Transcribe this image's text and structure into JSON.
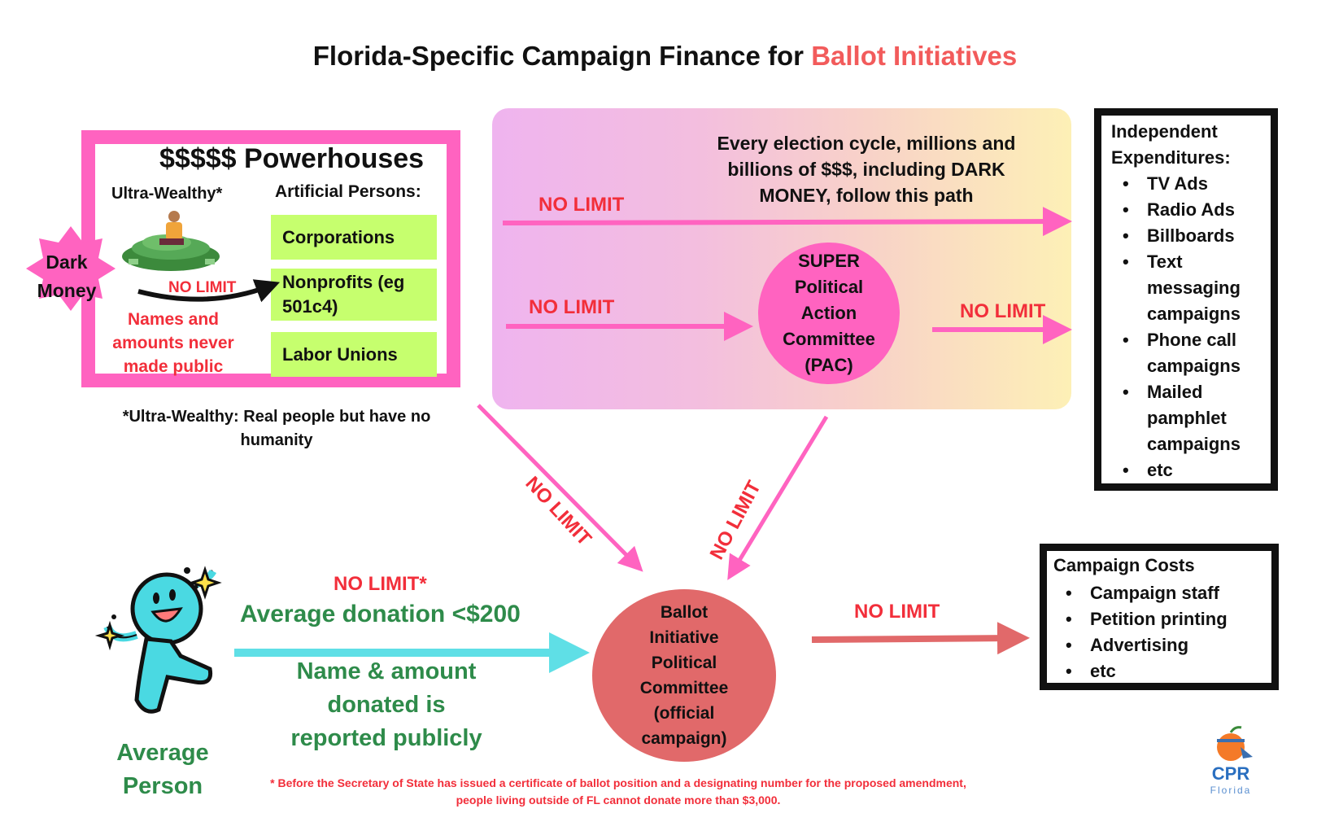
{
  "title": {
    "main": "Florida-Specific Campaign Finance for ",
    "accent": "Ballot Initiatives"
  },
  "powerhouses": {
    "title": "$$$$$ Powerhouses",
    "ultra_wealthy": "Ultra-Wealthy*",
    "artificial_persons": "Artificial Persons:",
    "corporations": "Corporations",
    "nonprofits_line1": "Nonprofits (eg",
    "nonprofits_line2": "501c4)",
    "labor_unions": "Labor Unions",
    "no_limit": "NO LIMIT",
    "names_line1": "Names and",
    "names_line2": "amounts never",
    "names_line3": "made public"
  },
  "dark_money": {
    "line1": "Dark",
    "line2": "Money"
  },
  "ultra_wealthy_note": {
    "line1": "*Ultra-Wealthy: Real people but have no",
    "line2": "humanity"
  },
  "flow": {
    "cycle_line1": "Every election cycle, millions and",
    "cycle_line2": "billions of $$$, including DARK",
    "cycle_line3": "MONEY, follow this path",
    "no_limit_top": "NO LIMIT",
    "no_limit_mid": "NO LIMIT",
    "no_limit_right": "NO LIMIT",
    "no_limit_diag_left": "NO LIMIT",
    "no_limit_diag_right": "NO LIMIT",
    "no_limit_bottom": "NO LIMIT"
  },
  "super_pac": {
    "line1": "SUPER",
    "line2": "Political",
    "line3": "Action",
    "line4": "Committee",
    "line5": "(PAC)"
  },
  "independent_expenditures": {
    "title_line1": "Independent",
    "title_line2": "Expenditures:",
    "items": [
      "TV Ads",
      "Radio Ads",
      "Billboards",
      "Text messaging campaigns",
      "Phone call campaigns",
      "Mailed pamphlet campaigns",
      "etc"
    ]
  },
  "campaign_costs": {
    "title": "Campaign Costs",
    "items": [
      "Campaign staff",
      "Petition printing",
      "Advertising",
      "etc"
    ]
  },
  "ballot_committee": {
    "line1": "Ballot",
    "line2": "Initiative",
    "line3": "Political",
    "line4": "Committee",
    "line5": "(official",
    "line6": "campaign)"
  },
  "average_person": {
    "no_limit_star": "NO LIMIT*",
    "avg_donation": "Average donation <$200",
    "reported_line1": "Name & amount",
    "reported_line2": "donated is",
    "reported_line3": "reported publicly",
    "label_line1": "Average",
    "label_line2": "Person"
  },
  "footnote": {
    "line1": "* Before the Secretary of State has issued a certificate of ballot position and a designating number for the proposed amendment,",
    "line2": "people living outside of FL cannot donate more than $3,000."
  },
  "logo": {
    "text": "CPR",
    "sub": "Florida"
  },
  "colors": {
    "pink": "#ff63c0",
    "green_box": "#c6ff6e",
    "red_text": "#f22e3a",
    "cyan_arrow": "#5fdfe6",
    "coral": "#e1696a",
    "green_text": "#2e8b4a"
  }
}
